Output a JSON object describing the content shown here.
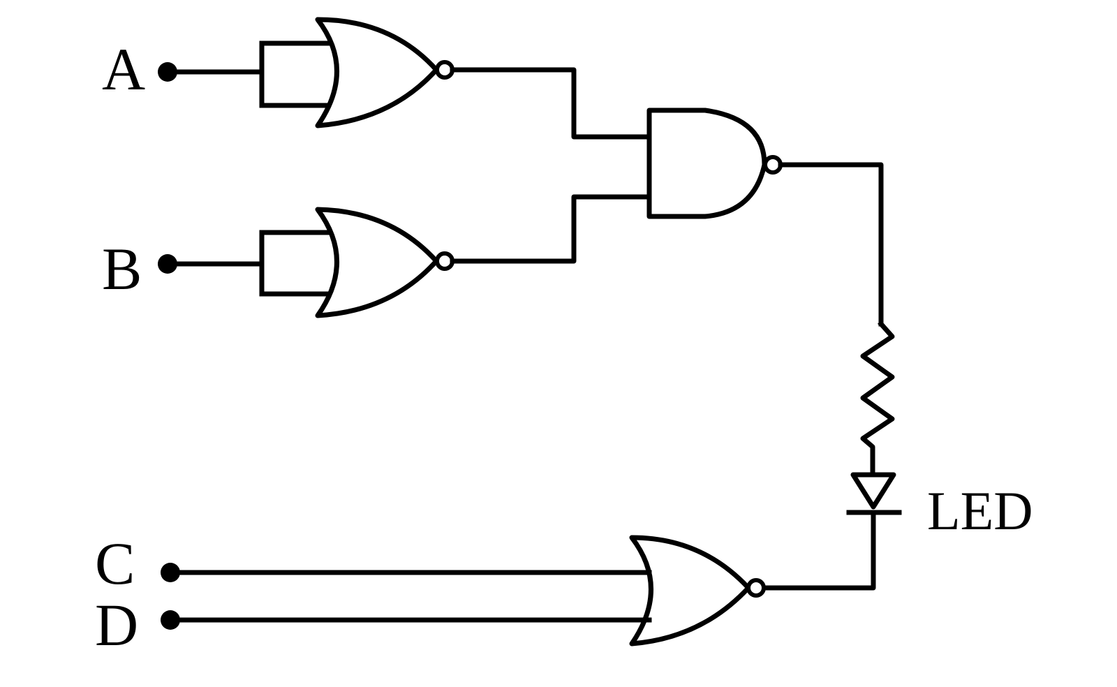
{
  "labels": {
    "input_a": "A",
    "input_b": "B",
    "input_c": "C",
    "input_d": "D",
    "led": "LED"
  },
  "components": {
    "gate_1": "nor-gate",
    "gate_2": "nor-gate",
    "gate_3": "nand-gate",
    "gate_4": "nor-gate",
    "resistor": "resistor",
    "led": "led-diode"
  },
  "colors": {
    "stroke": "#000000",
    "background": "#ffffff"
  }
}
